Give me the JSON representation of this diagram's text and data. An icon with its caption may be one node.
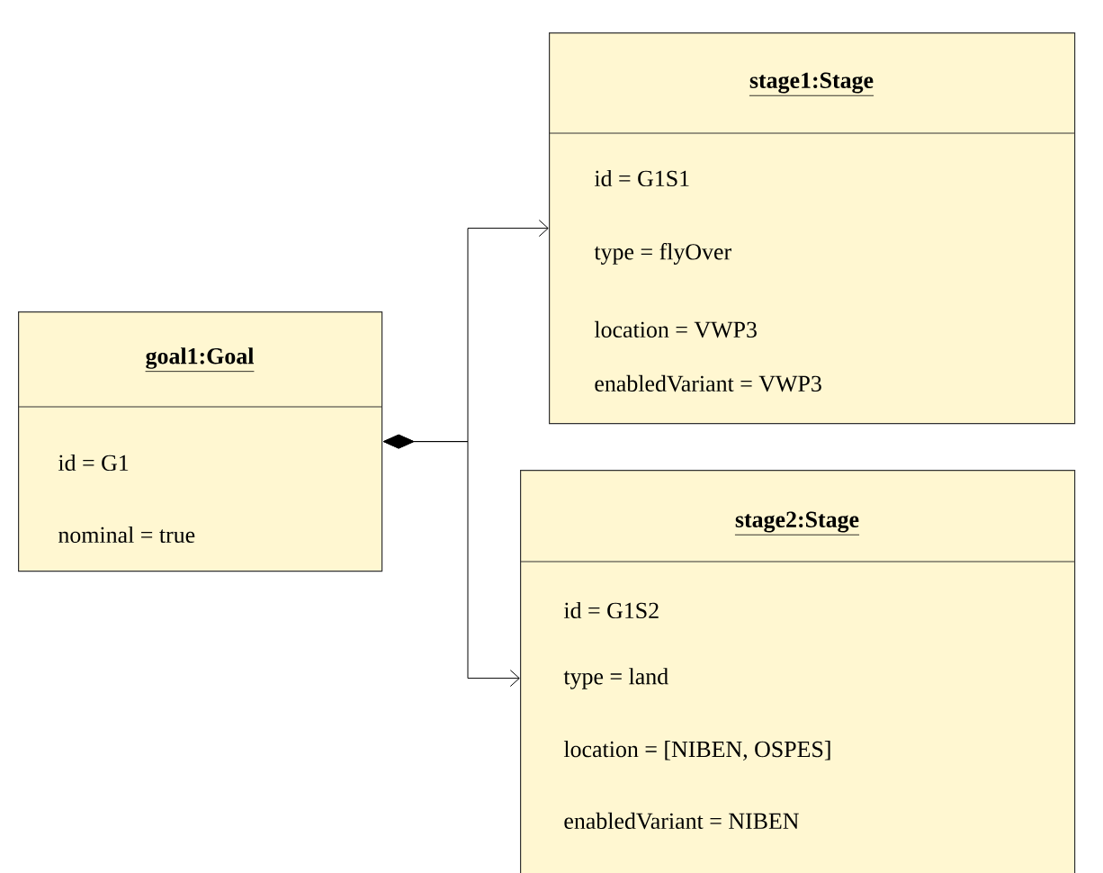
{
  "diagram": {
    "nodes": [
      {
        "text": [
          "goal1:Goal",
          "id = G1",
          "nominal = true"
        ]
      },
      {
        "text": [
          "stage1:Stage",
          "id = G1S1",
          "type = flyOver",
          "location = VWP3",
          "enabledVariant = VWP3"
        ]
      },
      {
        "text": [
          "stage2:Stage",
          "id = G1S2",
          "type = land",
          "location = [NIBEN, OSPES]",
          "enabledVariant = NIBEN"
        ]
      }
    ],
    "edges": [
      {
        "from": 0,
        "to": 1,
        "arrow": "to"
      },
      {
        "from": 0,
        "to": 2,
        "arrow": "to"
      }
    ]
  }
}
